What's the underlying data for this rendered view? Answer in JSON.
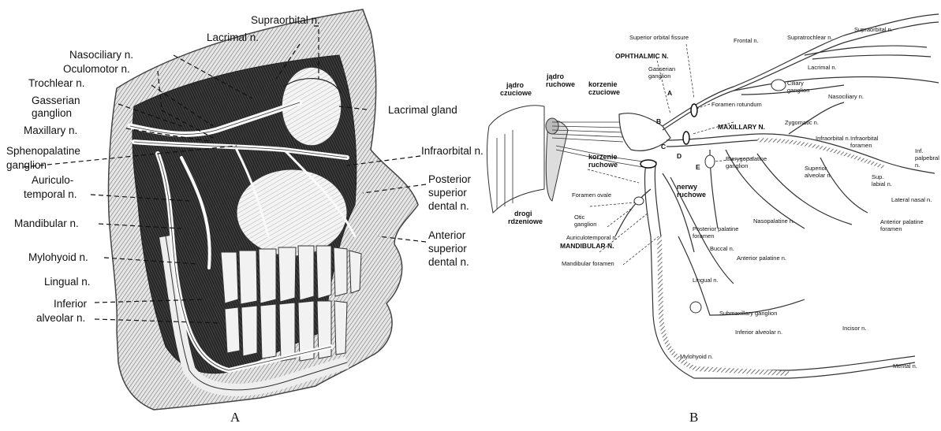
{
  "panel_a": {
    "caption": "A",
    "labels": {
      "supraorbital": "Supraorbital n.",
      "lacrimal": "Lacrimal n.",
      "nasociliary": "Nasociliary n.",
      "oculomotor": "Oculomotor n.",
      "trochlear": "Trochlear n.",
      "gasserian_1": "Gasserian",
      "gasserian_2": "ganglion",
      "maxillary": "Maxillary n.",
      "spheno_1": "Sphenopalatine",
      "spheno_2": "ganglion",
      "auriculo_1": "Auriculo-",
      "auriculo_2": "temporal n.",
      "mandibular": "Mandibular n.",
      "mylohyoid": "Mylohyoid n.",
      "lingual": "Lingual n.",
      "inferior_1": "Inferior",
      "inferior_2": "alveolar n.",
      "lacrimal_gland": "Lacrimal gland",
      "infraorbital": "Infraorbital n.",
      "posterior_1": "Posterior",
      "posterior_2": "superior",
      "posterior_3": "dental n.",
      "anterior_1": "Anterior",
      "anterior_2": "superior",
      "anterior_3": "dental n."
    }
  },
  "panel_b": {
    "caption": "B",
    "labels": {
      "superior_orbital_fissure": "Superior orbital fissure",
      "frontal": "Frontal n.",
      "supratrochlear": "Supratrochlear n.",
      "supraorbital": "Supraorbital n.",
      "ophthalmic": "OPHTHALMIC N.",
      "gasserian_1": "Gasserian",
      "gasserian_2": "ganglion",
      "lacrimal": "Lacrimal n.",
      "ciliary_1": "Ciliary",
      "ciliary_2": "ganglion",
      "nasociliary": "Nasociliary n.",
      "foramen_rotundum": "Foramen rotundum",
      "maxillary": "MAXILLARY N.",
      "zygomatic": "Zygomatic n.",
      "infraorbital": "Infraorbital n.",
      "infraorbital_foramen_1": "Infraorbital",
      "infraorbital_foramen_2": "foramen",
      "inf_palpebral_1": "Inf.",
      "inf_palpebral_2": "palpebral",
      "inf_palpebral_3": "n.",
      "pterygopalatine_1": "Pterygopalatine",
      "pterygopalatine_2": "ganglion",
      "superior_alveolar_1": "Superior",
      "superior_alveolar_2": "alveolar n.",
      "sup_labial_1": "Sup.",
      "sup_labial_2": "labial n.",
      "lateral_nasal": "Lateral nasal n.",
      "foramen_ovale": "Foramen ovale",
      "otic_1": "Otic",
      "otic_2": "ganglion",
      "auriculotemporal": "Auriculotemporal n.",
      "mandibular": "MANDIBULAR N.",
      "mandibular_foramen": "Mandibular foramen",
      "posterior_palatine_1": "Posterior palatine",
      "posterior_palatine_2": "foramen",
      "nasopalatine": "Nasopalatine n.",
      "anterior_palatine_n": "Anterior palatine n.",
      "anterior_palatine_foramen_1": "Anterior palatine",
      "anterior_palatine_foramen_2": "foramen",
      "buccal": "Buccal n.",
      "lingual": "Lingual n.",
      "submaxillary": "Submaxillary ganglion",
      "inferior_alveolar": "Inferior alveolar n.",
      "incisor": "Incisor n.",
      "mylohyoid": "Mylohyoid n.",
      "mental": "Mental n.",
      "letter_a": "A",
      "letter_b": "B",
      "letter_c": "C",
      "letter_d": "D",
      "letter_e": "E",
      "polish_jadro_czuciowe_1": "jądro",
      "polish_jadro_czuciowe_2": "czuciowe",
      "polish_jadro_ruchowe_1": "jądro",
      "polish_jadro_ruchowe_2": "ruchowe",
      "polish_korzenie_czuciowe_1": "korzenie",
      "polish_korzenie_czuciowe_2": "czuciowe",
      "polish_korzenie_ruchowe_1": "korzenie",
      "polish_korzenie_ruchowe_2": "ruchowe",
      "polish_nerwy_ruchowe_1": "nerwy",
      "polish_nerwy_ruchowe_2": "ruchowe",
      "polish_drogi_1": "drogi",
      "polish_drogi_2": "rdzeniowe"
    }
  }
}
